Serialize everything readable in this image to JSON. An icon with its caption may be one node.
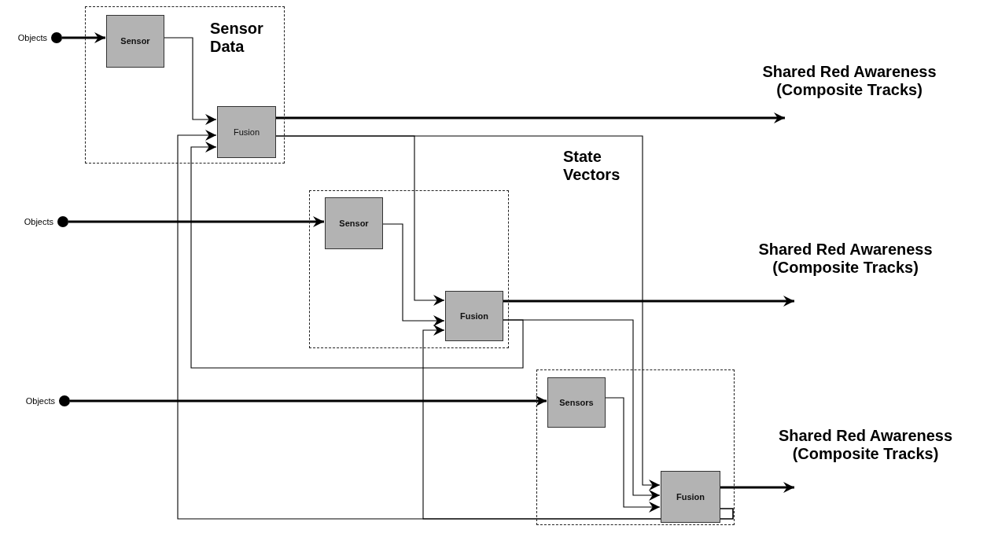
{
  "diagram": {
    "nodes": [
      {
        "text": [
          "Sensor Data"
        ]
      },
      {
        "text": [
          "Sensor"
        ],
        "in": 0
      },
      {
        "text": [
          "Fusion"
        ],
        "in": 0
      },
      {
        "text": [],
        "shape": "box"
      },
      {
        "text": [
          "Sensor"
        ],
        "in": 3
      },
      {
        "text": [
          "Fusion"
        ],
        "in": 3
      },
      {
        "text": [],
        "shape": "box"
      },
      {
        "text": [
          "Sensors"
        ],
        "in": 6
      },
      {
        "text": [
          "Fusion"
        ],
        "in": 6
      },
      {
        "text": [],
        "shape": "circle",
        "beside": [
          "Objects"
        ]
      },
      {
        "text": [],
        "shape": "circle",
        "beside": [
          "Objects"
        ]
      },
      {
        "text": [],
        "shape": "circle",
        "beside": [
          "Objects"
        ]
      }
    ],
    "edges": [
      {
        "from": 9,
        "to": 1,
        "arrow": "to",
        "style": "thick"
      },
      {
        "from": 10,
        "to": 4,
        "arrow": "to",
        "style": "thick"
      },
      {
        "from": 11,
        "to": 7,
        "arrow": "to",
        "style": "thick"
      },
      {
        "from": 1,
        "to": 2,
        "arrow": "to"
      },
      {
        "from": 2,
        "to": null,
        "arrow": "to",
        "style": "thick"
      },
      {
        "from": 2,
        "to": 5,
        "arrow": "to"
      },
      {
        "from": 2,
        "to": 8,
        "arrow": "to"
      },
      {
        "from": 4,
        "to": 5,
        "arrow": "to"
      },
      {
        "from": 5,
        "to": null,
        "arrow": "to",
        "style": "thick"
      },
      {
        "from": 5,
        "to": 8,
        "arrow": "to"
      },
      {
        "from": 5,
        "to": 2,
        "arrow": "to"
      },
      {
        "from": 8,
        "to": 2,
        "arrow": "to"
      },
      {
        "from": 8,
        "to": 5,
        "arrow": "to"
      },
      {
        "from": 7,
        "to": 8,
        "arrow": "to"
      },
      {
        "from": 8,
        "to": null,
        "arrow": "to",
        "style": "thick"
      }
    ],
    "labels": [
      "Shared Red Awareness (Composite Tracks)",
      "State Vectors",
      "Shared Red Awareness (Composite Tracks)",
      "Shared Red Awareness (Composite Tracks)"
    ]
  }
}
